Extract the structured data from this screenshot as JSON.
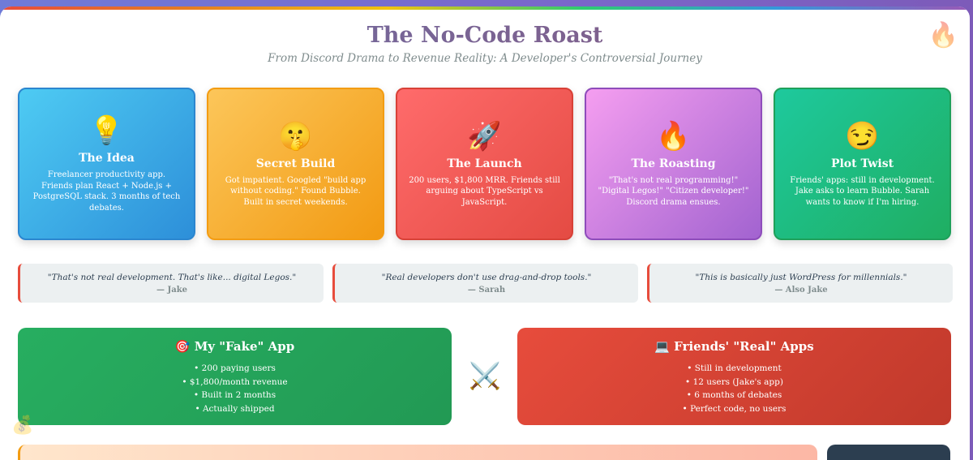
{
  "header": {
    "title": "The No-Code Roast",
    "subtitle": "From Discord Drama to Revenue Reality: A Developer's Controversial Journey",
    "corner_icon": "🔥"
  },
  "cards": [
    {
      "emoji": "💡",
      "icon_name": "lightbulb-icon",
      "title": "The Idea",
      "desc": "Freelancer productivity app. Friends plan React + Node.js + PostgreSQL stack. 3 months of tech debates."
    },
    {
      "emoji": "🤫",
      "icon_name": "shushing-face-icon",
      "title": "Secret Build",
      "desc": "Got impatient. Googled \"build app without coding.\" Found Bubble. Built in secret weekends."
    },
    {
      "emoji": "🚀",
      "icon_name": "rocket-icon",
      "title": "The Launch",
      "desc": "200 users, $1,800 MRR. Friends still arguing about TypeScript vs JavaScript."
    },
    {
      "emoji": "🔥",
      "icon_name": "fire-icon",
      "title": "The Roasting",
      "desc": "\"That's not real programming!\" \"Digital Legos!\" \"Citizen developer!\" Discord drama ensues."
    },
    {
      "emoji": "😏",
      "icon_name": "smirk-icon",
      "title": "Plot Twist",
      "desc": "Friends' apps: still in development. Jake asks to learn Bubble. Sarah wants to know if I'm hiring."
    }
  ],
  "quotes": [
    {
      "text": "\"That's not real development. That's like... digital Legos.\"",
      "author": "— Jake"
    },
    {
      "text": "\"Real developers don't use drag-and-drop tools.\"",
      "author": "— Sarah"
    },
    {
      "text": "\"This is basically just WordPress for millennials.\"",
      "author": "— Also Jake"
    }
  ],
  "comparison": {
    "left": {
      "title": "🎯 My \"Fake\" App",
      "items": [
        "• 200 paying users",
        "• $1,800/month revenue",
        "• Built in 2 months",
        "• Actually shipped"
      ]
    },
    "versus": "⚔️",
    "right": {
      "title": "💻 Friends' \"Real\" Apps",
      "items": [
        "• Still in development",
        "• 12 users (Jake's app)",
        "• 6 months of debates",
        "• Perfect code, no users"
      ]
    }
  },
  "footer_icon": "💰",
  "colors": {
    "idea": "#3498db",
    "secret": "#f39c12",
    "launch": "#e74c3c",
    "roasting": "#9b59b6",
    "twist": "#27ae60",
    "quote_accent": "#e74c3c",
    "dark": "#2c3e50"
  }
}
